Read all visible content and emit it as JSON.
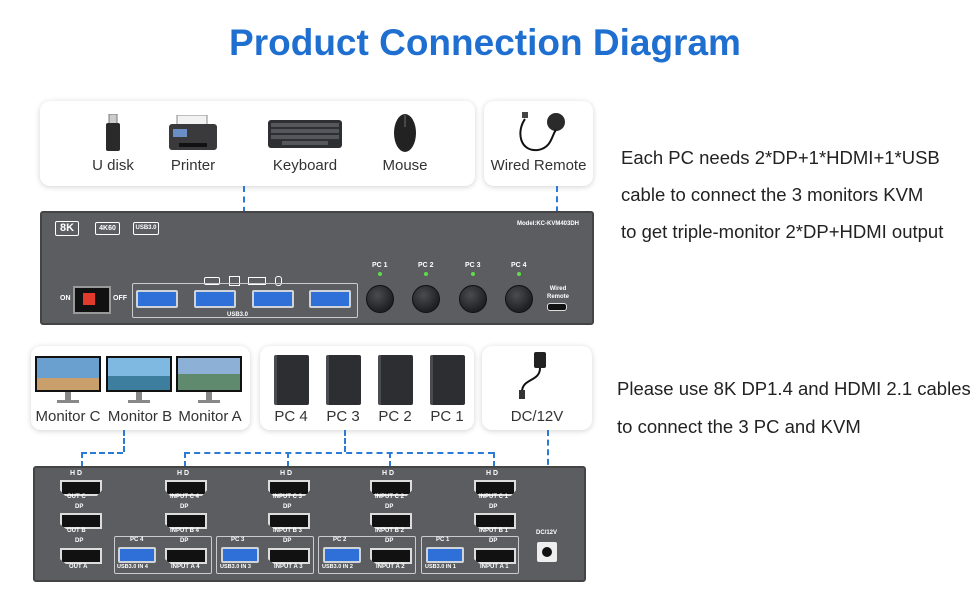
{
  "title": "Product Connection Diagram",
  "colors": {
    "title": "#1f6fd1",
    "connector": "#2a7ad6",
    "panel": "#5b5d61",
    "usb_port": "#2f6fd8",
    "led": "#5fdc4b"
  },
  "peripherals": [
    {
      "label": "U disk",
      "icon": "usb-stick-icon"
    },
    {
      "label": "Printer",
      "icon": "printer-icon"
    },
    {
      "label": "Keyboard",
      "icon": "keyboard-icon"
    },
    {
      "label": "Mouse",
      "icon": "mouse-icon"
    }
  ],
  "remote": {
    "label": "Wired Remote",
    "icon": "wired-remote-icon"
  },
  "description_top": [
    "Each PC needs 2*DP+1*HDMI+1*USB",
    "cable to connect the 3 monitors KVM",
    "to get triple-monitor 2*DP+HDMI output"
  ],
  "description_bottom": [
    "Please use 8K DP1.4 and HDMI 2.1 cables",
    "to connect the 3 PC and KVM"
  ],
  "front_panel": {
    "badges": [
      "8K",
      "4K60",
      "USB3.0"
    ],
    "model": "Model:KC-KVM403DH",
    "power_on": "ON",
    "power_off": "OFF",
    "usb_label": "USB3.0",
    "pc_buttons": [
      "PC 1",
      "PC 2",
      "PC 3",
      "PC 4"
    ],
    "remote_port": "Wired Remote"
  },
  "monitors": [
    "Monitor C",
    "Monitor B",
    "Monitor A"
  ],
  "pcs": [
    "PC 4",
    "PC 3",
    "PC 2",
    "PC 1"
  ],
  "power": {
    "label": "DC/12V",
    "icon": "power-adapter-icon"
  },
  "rear_panel": {
    "hdmi_tag": "H D",
    "dp_tag": "DP",
    "outputs": {
      "c": "OUT C",
      "b": "OUT B",
      "a": "OUT A"
    },
    "groups": [
      {
        "pc": "PC 4",
        "c": "INPUT C 4",
        "b": "INPUT B 4",
        "a": "INPUT A 4",
        "usb": "USB3.0 IN 4"
      },
      {
        "pc": "PC 3",
        "c": "INPUT C 3",
        "b": "INPUT B 3",
        "a": "INPUT A 3",
        "usb": "USB3.0 IN 3"
      },
      {
        "pc": "PC 2",
        "c": "INPUT C 2",
        "b": "INPUT B 2",
        "a": "INPUT A 2",
        "usb": "USB3.0 IN 2"
      },
      {
        "pc": "PC 1",
        "c": "INPUT C 1",
        "b": "INPUT B 1",
        "a": "INPUT A 1",
        "usb": "USB3.0 IN 1"
      }
    ],
    "dc_label": "DC/12V"
  }
}
